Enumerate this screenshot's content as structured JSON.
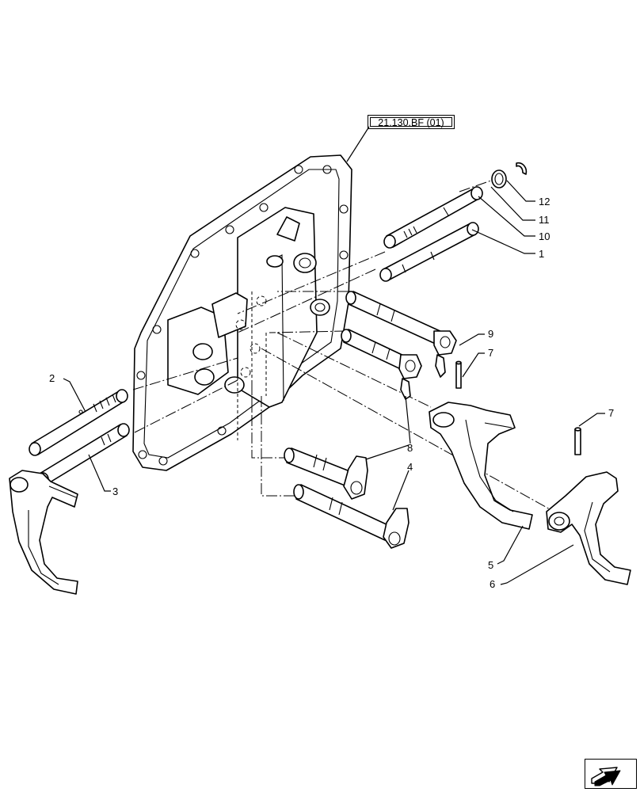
{
  "diagram": {
    "reference": "21.130.BF (01)",
    "callouts": [
      "1",
      "2",
      "3",
      "4",
      "5",
      "6",
      "7",
      "7",
      "8",
      "9",
      "10",
      "11",
      "12"
    ]
  },
  "navigation": {
    "icon": "next-page-arrow-icon"
  }
}
